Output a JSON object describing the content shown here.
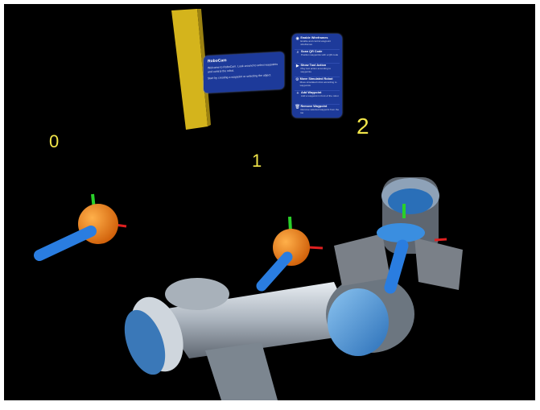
{
  "scene": {
    "waypoint_labels": [
      "0",
      "1",
      "2"
    ],
    "colors": {
      "background": "#000000",
      "label": "#f2e64a",
      "sphere": "#f08a1c",
      "tool_axis": "#2a7de0",
      "panel": "#1d3a9a",
      "pillar": "#d4b41c"
    }
  },
  "info_panel": {
    "title": "RoboCam",
    "paragraphs": [
      "Welcome to RoboCam. Look around to select waypoints and control the robot.",
      "Start by creating a waypoint or selecting the object."
    ]
  },
  "menu_panel": {
    "items": [
      {
        "icon": "eye-icon",
        "label": "Enable Wireframes",
        "sub": "Enable and control waypoint wireframes"
      },
      {
        "icon": "search-icon",
        "label": "Scan QR Code",
        "sub": "Position waypoints with a QR code"
      },
      {
        "icon": "play-icon",
        "label": "Show Tool Action",
        "sub": "Play tool action according to waypoints"
      },
      {
        "icon": "gear-icon",
        "label": "Move Simulated Robot",
        "sub": "Move simulated robot according to waypoints"
      },
      {
        "icon": "plus-icon",
        "label": "Add Waypoint",
        "sub": "Add a waypoint in front of the robot"
      },
      {
        "icon": "trash-icon",
        "label": "Remove Waypoint",
        "sub": "Remove selected waypoint from the list"
      }
    ]
  }
}
